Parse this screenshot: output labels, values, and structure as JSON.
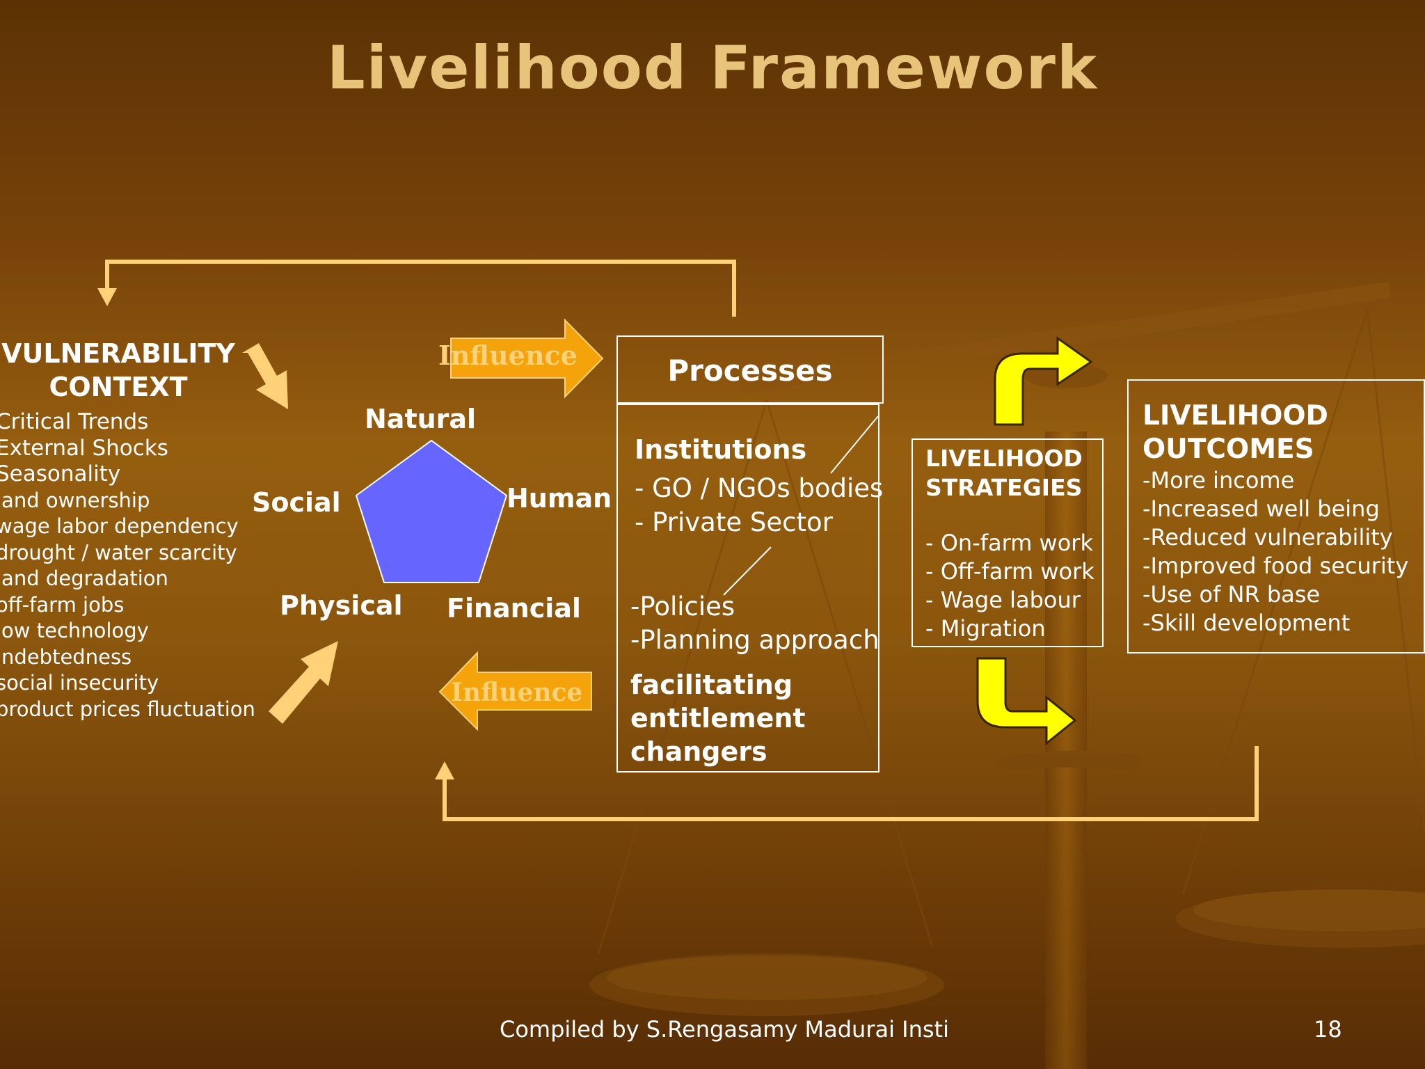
{
  "slide": {
    "title": "Livelihood Framework",
    "footer": "Compiled by S.Rengasamy Madurai Insti",
    "page_number": "18"
  },
  "vulnerability": {
    "heading_line1": "VULNERABILITY",
    "heading_line2": "CONTEXT",
    "items": [
      "Critical Trends",
      "External Shocks",
      "Seasonality",
      "land ownership",
      "wage labor dependency",
      "drought / water scarcity",
      "land degradation",
      "off-farm jobs",
      "low technology",
      "indebtedness",
      "social insecurity",
      "product prices fluctuation"
    ]
  },
  "assets": {
    "natural": "Natural",
    "social": "Social",
    "human": "Human",
    "physical": "Physical",
    "financial": "Financial",
    "pentagon_color": "#6666ff"
  },
  "arrows": {
    "influence_top": "Influence",
    "influence_bottom": "Influence",
    "arrow_color": "#f5a30a",
    "feedback_color": "#ffd27a",
    "strategy_arrow_color": "#ffff00"
  },
  "processes": {
    "heading": "Processes",
    "institutions": "Institutions",
    "line_go": "- GO / NGOs bodies",
    "line_private": "- Private Sector",
    "line_policies": "-Policies",
    "line_planning": "-Planning approach",
    "facilitating_1": "facilitating",
    "facilitating_2": "entitlement",
    "facilitating_3": "changers"
  },
  "strategies": {
    "heading_line1": "LIVELIHOOD",
    "heading_line2": "STRATEGIES",
    "items": [
      "- On-farm work",
      "- Off-farm work",
      "- Wage labour",
      "- Migration"
    ]
  },
  "outcomes": {
    "heading_line1": "LIVELIHOOD",
    "heading_line2": "OUTCOMES",
    "items": [
      "-More income",
      "-Increased well being",
      "-Reduced vulnerability",
      "-Improved food security",
      "-Use  of NR base",
      "-Skill development"
    ]
  }
}
